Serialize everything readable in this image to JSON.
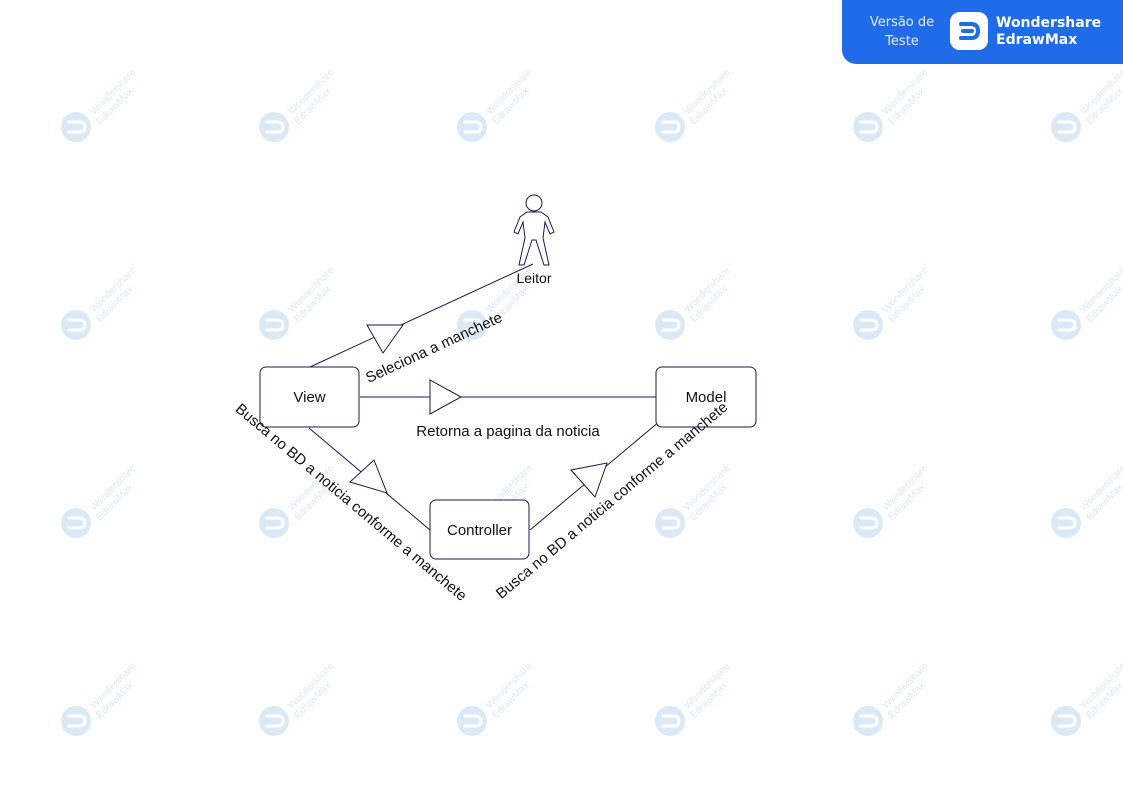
{
  "badge": {
    "trial_line1": "Versão de",
    "trial_line2": "Teste",
    "brand_line1": "Wondershare",
    "brand_line2": "EdrawMax"
  },
  "watermark": {
    "line1": "Wondershare",
    "line2": "EdrawMax"
  },
  "colors": {
    "accent": "#1f6bea",
    "line": "#1a1a52",
    "watermark": "#dbe9f7"
  },
  "diagram": {
    "actor": {
      "label": "Leitor"
    },
    "nodes": {
      "view": "View",
      "model": "Model",
      "controller": "Controller"
    },
    "edges": {
      "view_to_leitor": "Seleciona a manchete",
      "view_to_model": "Retorna a pagina da noticia",
      "view_to_controller": "Busca no BD a noticia conforme a manchete",
      "controller_to_model": "Busca no BD a noticia conforme a manchete"
    }
  }
}
